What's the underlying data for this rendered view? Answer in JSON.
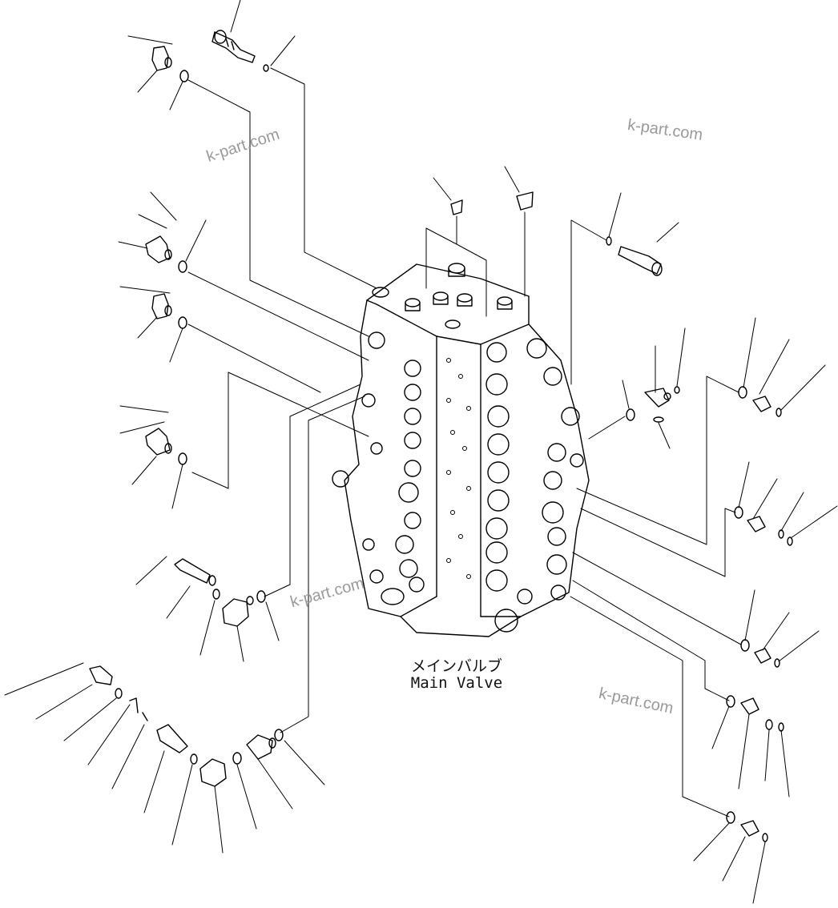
{
  "diagram": {
    "label_jp": "メインバルブ",
    "label_en": "Main Valve",
    "watermark": "k-part.com",
    "colors": {
      "line": "#000000",
      "watermark": "#9a9a9a"
    }
  }
}
